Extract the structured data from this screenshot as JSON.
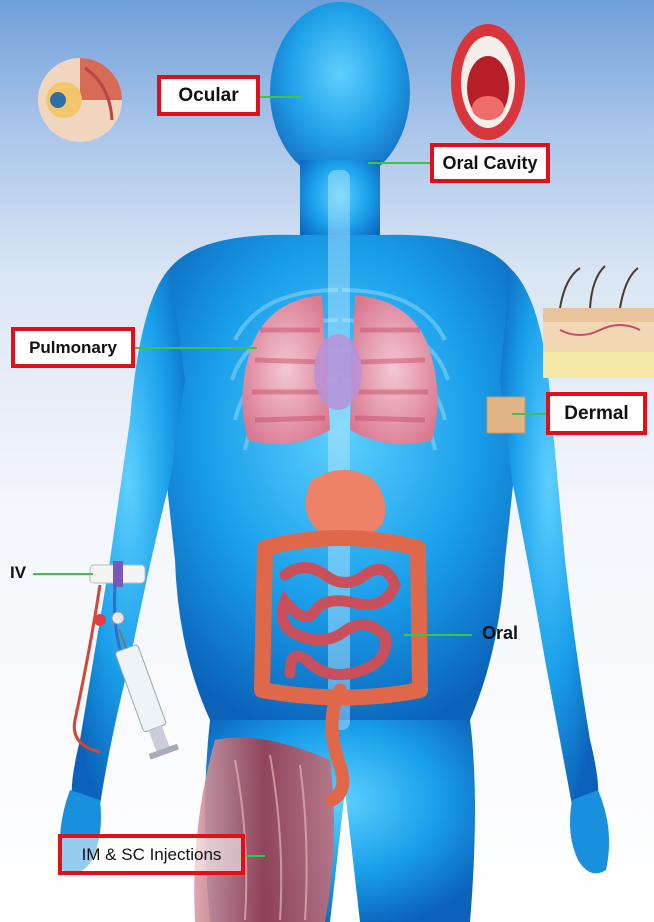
{
  "labels": {
    "ocular": "Ocular",
    "oral_cavity": "Oral Cavity",
    "pulmonary": "Pulmonary",
    "dermal": "Dermal",
    "iv": "IV",
    "oral": "Oral",
    "im_sc": "IM & SC Injections"
  },
  "colors": {
    "box_border": "#e0101a",
    "leader_line": "#3cc34a",
    "body": "#1aa0ea",
    "lungs": "#e69aae",
    "intestine": "#e0684a",
    "muscle": "#9c3b4d",
    "background_top": "#6f9fd8"
  },
  "icons": [
    "eye-icon",
    "open-mouth-icon",
    "skin-layers-icon",
    "skin-patch-icon",
    "iv-catheter-icon",
    "syringe-icon"
  ]
}
